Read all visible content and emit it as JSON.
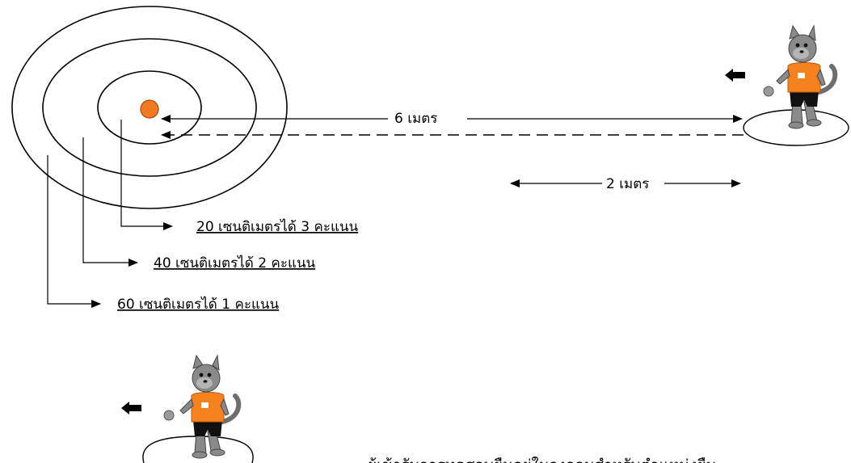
{
  "distances": {
    "throw_distance": "6 เมตร",
    "circle_gap": "2 เมตร"
  },
  "scoring": [
    {
      "label": "20 เซนติเมตรได้ 3 คะแนน"
    },
    {
      "label": "40 เซนติเมตรได้ 2 คะแนน"
    },
    {
      "label": "60 เซนติเมตรได้ 1 คะแนน"
    }
  ],
  "caption": "ผู้เข้ารับการทดสอบยืนอยู่ในวงกลมสำหรับตำแหน่งยืน",
  "colors": {
    "target_ball": "#f07a22",
    "shirt": "#f5821f",
    "cat_body": "#8a8a8a",
    "shorts": "#111111",
    "line": "#000000"
  },
  "icons": [
    "target-ball-icon",
    "thrower-cat-icon",
    "direction-arrow-icon",
    "standing-circle-icon"
  ]
}
